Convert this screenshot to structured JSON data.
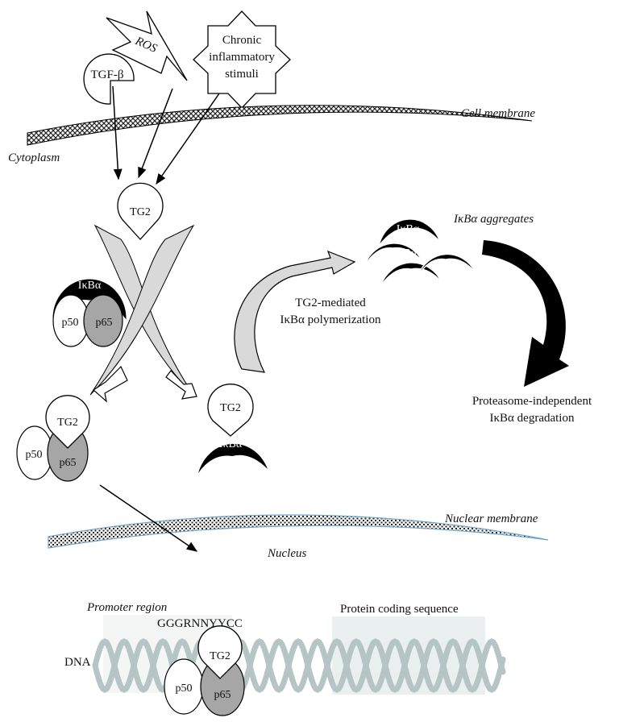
{
  "labels": {
    "ros": "ROS",
    "chronic_line1": "Chronic",
    "chronic_line2": "inflammatory",
    "chronic_line3": "stimuli",
    "tgf_beta": "TGF-β",
    "cell_membrane": "Cell membrane",
    "cytoplasm": "Cytoplasm",
    "tg2": "TG2",
    "ikba": "IκBα",
    "ikba_aggregates": "IκBα aggregates",
    "p50": "p50",
    "p65": "p65",
    "polymerization_line1": "TG2-mediated",
    "polymerization_line2": "IκBα polymerization",
    "degradation_line1": "Proteasome-independent",
    "degradation_line2": "IκBα degradation",
    "nuclear_membrane": "Nuclear membrane",
    "nucleus": "Nucleus",
    "promoter_region": "Promoter region",
    "motif": "GGGRNNYYCC",
    "protein_coding": "Protein coding sequence",
    "dna": "DNA"
  },
  "colors": {
    "ikba_fill": "#000000",
    "p65_fill": "#a6a6a6",
    "pathway_arrow_gray": "#d9d9d9",
    "dna_strand": "#b5c4c4",
    "nuclear_membrane_outline": "#6fa3c9",
    "coding_region_shade": "#eaf0ef"
  }
}
